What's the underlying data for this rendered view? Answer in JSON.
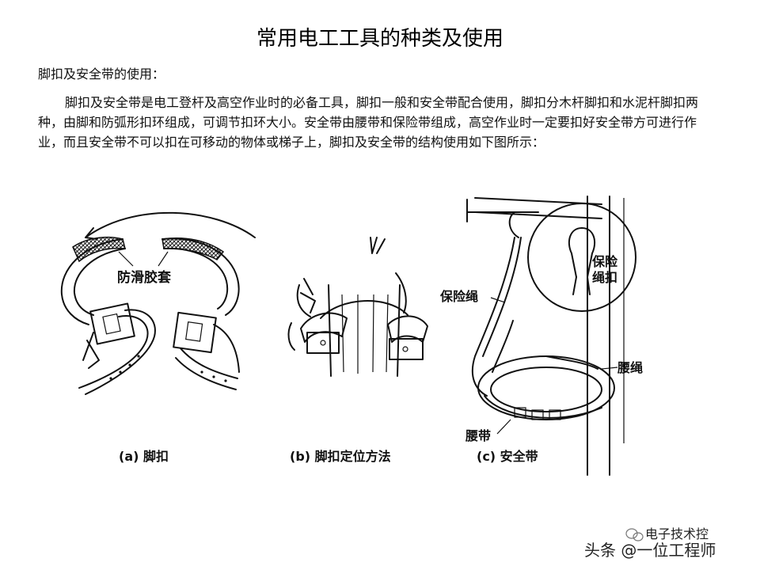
{
  "title": "常用电工工具的种类及使用",
  "subheading": "脚扣及安全带的使用：",
  "paragraph": "脚扣及安全带是电工登杆及高空作业时的必备工具，脚扣一般和安全带配合使用，脚扣分木杆脚扣和水泥杆脚扣两种，由脚和防弧形扣环组成，可调节扣环大小。安全带由腰带和保险带组成，高空作业时一定要扣好安全带方可进行作业，而且安全带不可以扣在可移动的物体或梯子上，脚扣及安全带的结构使用如下图所示：",
  "figures": {
    "a": {
      "label": "防滑胶套",
      "caption": "(a) 脚扣"
    },
    "b": {
      "caption": "(b) 脚扣定位方法"
    },
    "c": {
      "label_rope": "保险绳",
      "label_hook_1": "保险",
      "label_hook_2": "绳扣",
      "label_waist_rope": "腰绳",
      "label_belt": "腰带",
      "caption": "(c) 安全带"
    }
  },
  "watermark": {
    "top": "电子技术控",
    "bottom": "头条 @一位工程师"
  }
}
